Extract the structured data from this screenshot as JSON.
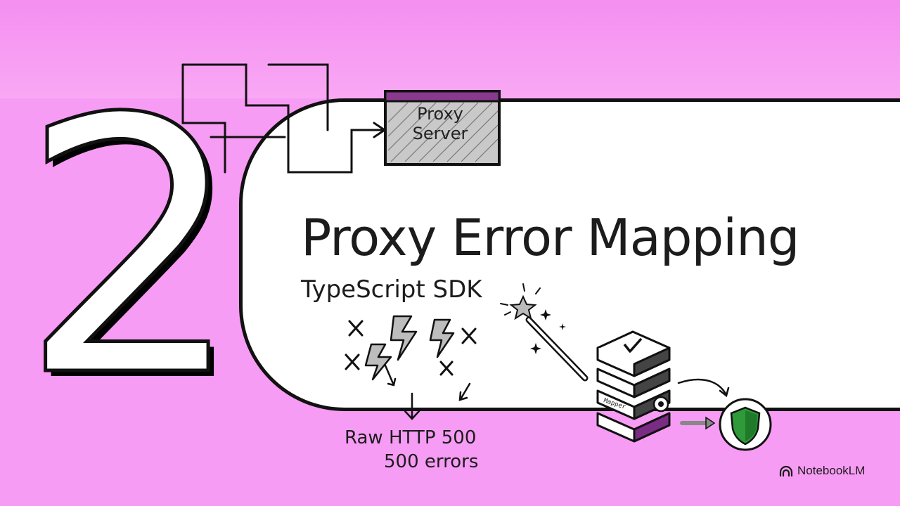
{
  "slide": {
    "number": "2",
    "title": "Proxy Error Mapping",
    "subtitle": "TypeScript SDK"
  },
  "diagram": {
    "proxy_label_line1": "Proxy",
    "proxy_label_line2": "Server",
    "raw_label_line1": "Raw HTTP 500",
    "raw_label_line2": "500 errors",
    "stack_tag": "Mapper"
  },
  "brand": {
    "name": "NotebookLM"
  },
  "colors": {
    "background": "#f79cf4",
    "card": "#ffffff",
    "accent_purple": "#7a2c84",
    "shield_green": "#2e9a3a"
  }
}
